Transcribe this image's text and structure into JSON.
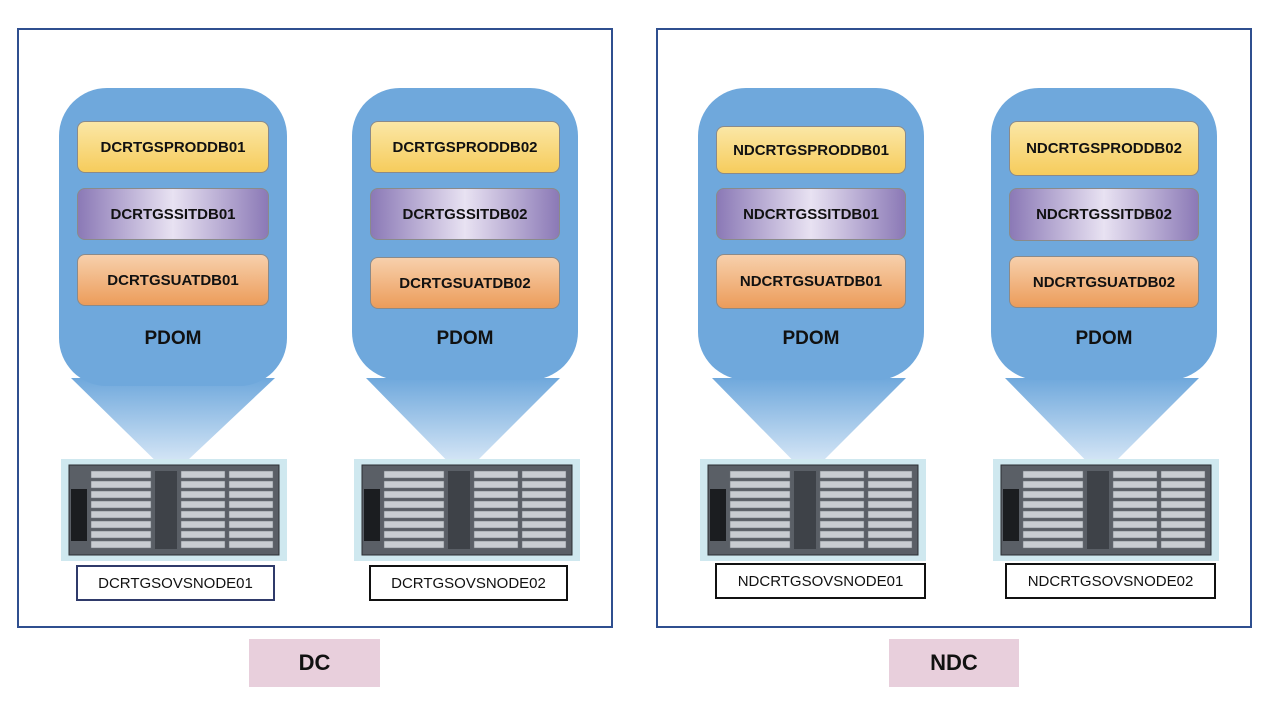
{
  "sites": [
    {
      "name": "DC",
      "hosts": [
        {
          "pdom_label": "PDOM",
          "node": "DCRTGSOVSNODE01",
          "domains": [
            {
              "name": "DCRTGSPRODDB01",
              "kind": "prod"
            },
            {
              "name": "DCRTGSSITDB01",
              "kind": "sit"
            },
            {
              "name": "DCRTGSUATDB01",
              "kind": "uat"
            }
          ]
        },
        {
          "pdom_label": "PDOM",
          "node": "DCRTGSOVSNODE02",
          "domains": [
            {
              "name": "DCRTGSPRODDB02",
              "kind": "prod"
            },
            {
              "name": "DCRTGSSITDB02",
              "kind": "sit"
            },
            {
              "name": "DCRTGSUATDB02",
              "kind": "uat"
            }
          ]
        }
      ]
    },
    {
      "name": "NDC",
      "hosts": [
        {
          "pdom_label": "PDOM",
          "node": "NDCRTGSOVSNODE01",
          "domains": [
            {
              "name": "NDCRTGSPRODDB01",
              "kind": "prod"
            },
            {
              "name": "NDCRTGSSITDB01",
              "kind": "sit"
            },
            {
              "name": "NDCRTGSUATDB01",
              "kind": "uat"
            }
          ]
        },
        {
          "pdom_label": "PDOM",
          "node": "NDCRTGSOVSNODE02",
          "domains": [
            {
              "name": "NDCRTGSPRODDB02",
              "kind": "prod"
            },
            {
              "name": "NDCRTGSSITDB02",
              "kind": "sit"
            },
            {
              "name": "NDCRTGSUATDB02",
              "kind": "uat"
            }
          ]
        }
      ]
    }
  ],
  "colors": {
    "site_border": "#2f4f8f",
    "pdom_fill": "#6fa8dc",
    "site_label_fill": "#e8cfdc",
    "prod": "#f6cc5c",
    "sit": "#8b79b6",
    "uat": "#ec9c5a"
  },
  "icons": [
    "server-chassis-icon"
  ]
}
